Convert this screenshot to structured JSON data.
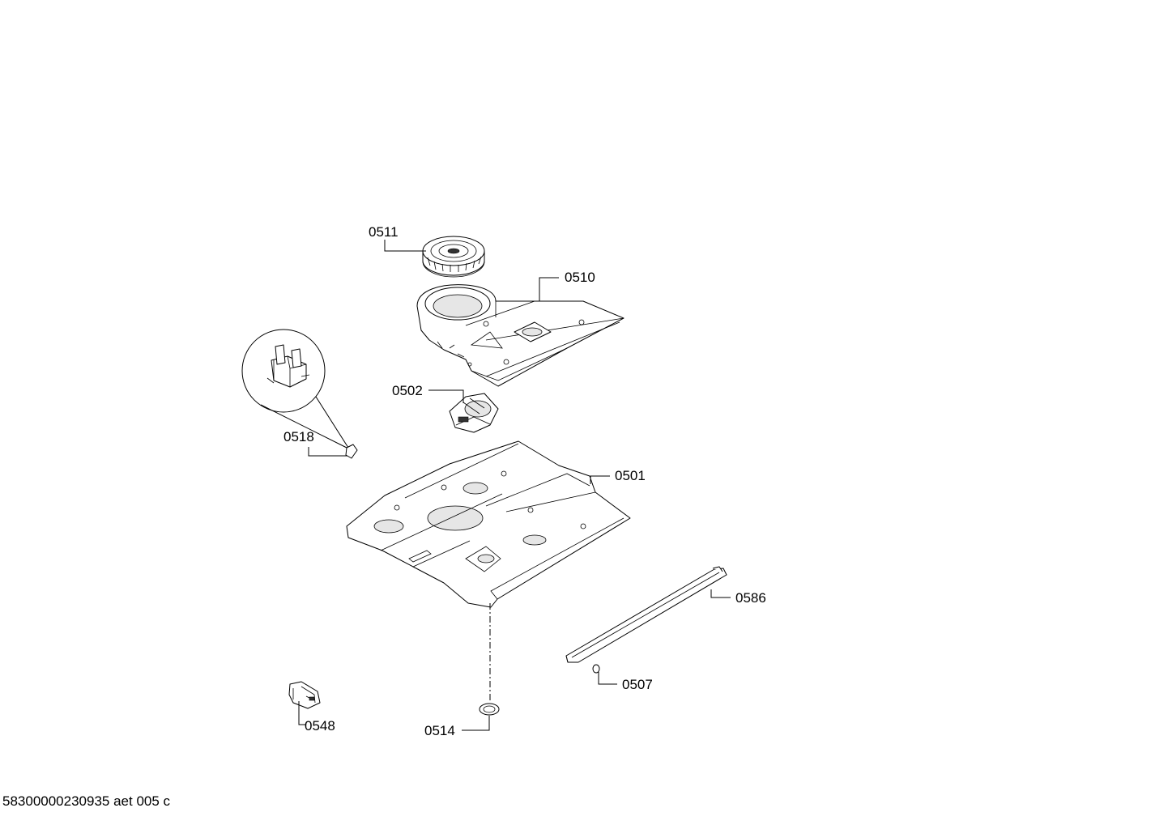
{
  "labels": {
    "p0511": "0511",
    "p0510": "0510",
    "p0502": "0502",
    "p0518": "0518",
    "p0501": "0501",
    "p0586": "0586",
    "p0507": "0507",
    "p0548": "0548",
    "p0514": "0514"
  },
  "footer": {
    "code": "58300000230935 aet 005 c"
  }
}
